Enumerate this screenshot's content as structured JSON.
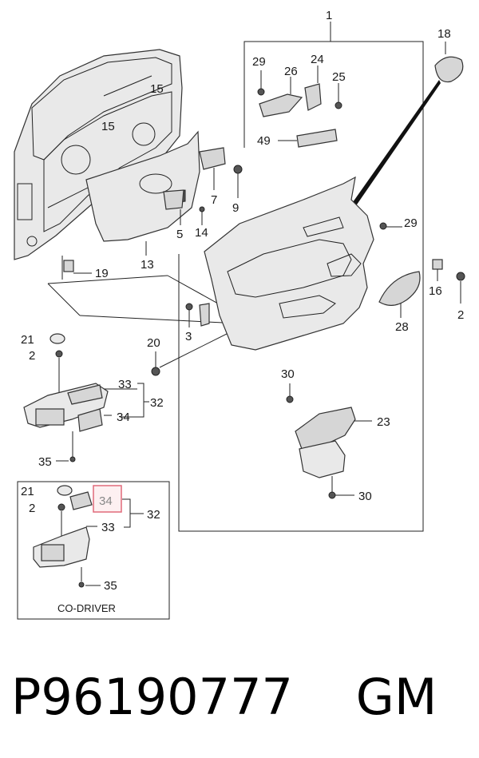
{
  "labels": {
    "l1": "1",
    "l18": "18",
    "l29a": "29",
    "l24": "24",
    "l26": "26",
    "l25": "25",
    "l49": "49",
    "l15a": "15",
    "l15b": "15",
    "l7": "7",
    "l9": "9",
    "l5": "5",
    "l14": "14",
    "l13": "13",
    "l19": "19",
    "l29b": "29",
    "l16": "16",
    "l2a": "2",
    "l28": "28",
    "l3": "3",
    "l20": "20",
    "l21a": "21",
    "l2b": "2",
    "l33a": "33",
    "l32a": "32",
    "l34a": "34",
    "l35a": "35",
    "l30a": "30",
    "l23": "23",
    "l30b": "30",
    "l21b": "21",
    "l2c": "2",
    "l34b": "34",
    "l32b": "32",
    "l33b": "33",
    "l35b": "35"
  },
  "inset_caption": "CO-DRIVER",
  "footer": {
    "part_number": "P96190777",
    "brand": "GM",
    "text": "P96190777    GM"
  },
  "colors": {
    "highlight_border": "#e06a7a",
    "highlight_fill": "#fbe3e6"
  }
}
